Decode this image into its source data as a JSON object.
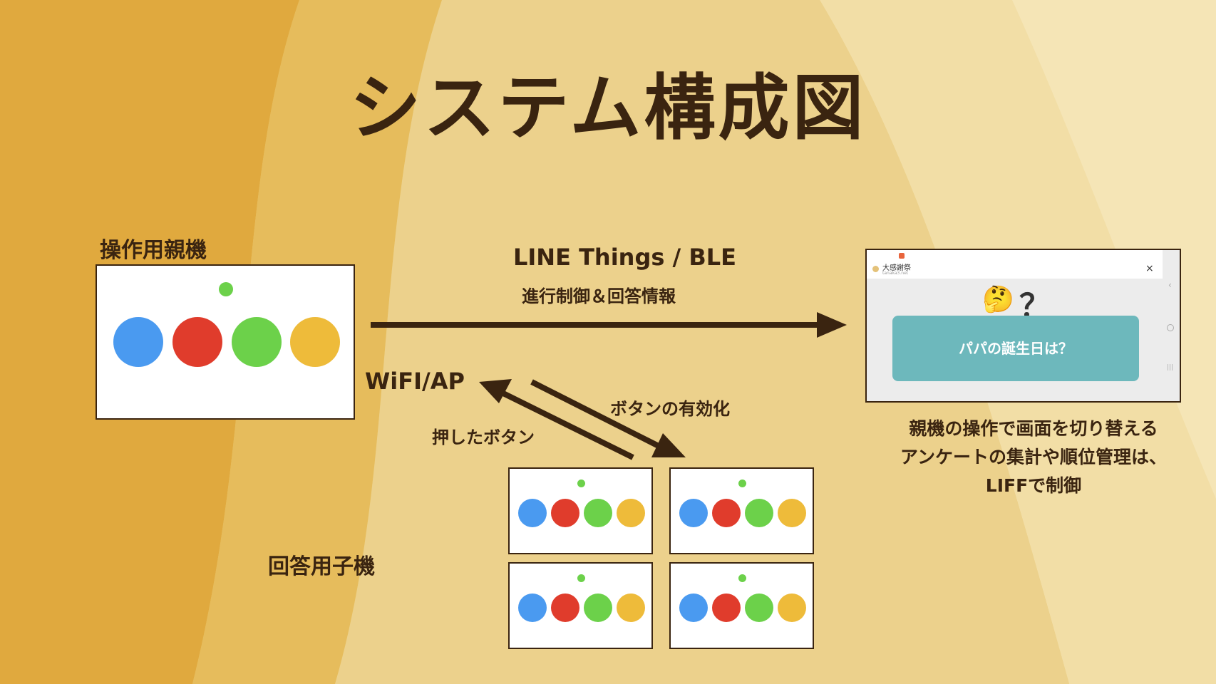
{
  "title": "システム構成図",
  "parent_device": {
    "label": "操作用親機",
    "buttons": [
      {
        "color": "#4a9af0",
        "name": "blue"
      },
      {
        "color": "#e03c2c",
        "name": "red"
      },
      {
        "color": "#6cd14a",
        "name": "green"
      },
      {
        "color": "#eebb3a",
        "name": "yellow"
      }
    ],
    "led_color": "#6cd14a"
  },
  "link_top": {
    "protocol": "LINE Things / BLE",
    "description": "進行制御＆回答情報"
  },
  "wifi": {
    "label": "WiFI/AP",
    "pressed_label": "押したボタン",
    "enable_label": "ボタンの有効化"
  },
  "child_devices": {
    "label": "回答用子機",
    "count": 4
  },
  "phone": {
    "app_title": "大感謝祭",
    "app_domain": "tanaka3.net",
    "close": "×",
    "emoji": "🤔",
    "question_mark": "？",
    "question": "パパの誕生日は？"
  },
  "note_lines": [
    "親機の操作で画面を切り替える",
    "アンケートの集計や順位管理は、",
    "LIFFで制御"
  ],
  "colors": {
    "text": "#3a2410",
    "accent": "#6db8bc"
  }
}
